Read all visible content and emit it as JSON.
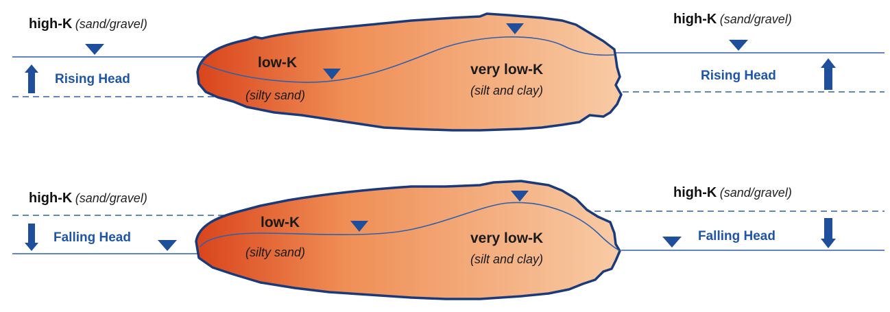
{
  "colors": {
    "line": "#2f5fa8",
    "marker": "#1f4e9a",
    "label": "#1f55a8",
    "lens_outline": "#1b3a7a",
    "lens_dark": "#d9441b",
    "lens_mid": "#ef8e55",
    "lens_light": "#f8cba5"
  },
  "panels": [
    {
      "left_k": "high-K",
      "left_material": "(sand/gravel)",
      "right_k": "high-K",
      "right_material": "(sand/gravel)",
      "left_head": "Rising Head",
      "right_head": "Rising Head",
      "head_direction": "up",
      "lens_left_k": "low-K",
      "lens_left_material": "(silty sand)",
      "lens_right_k": "very low-K",
      "lens_right_material": "(silt and clay)"
    },
    {
      "left_k": "high-K",
      "left_material": "(sand/gravel)",
      "right_k": "high-K",
      "right_material": "(sand/gravel)",
      "left_head": "Falling Head",
      "right_head": "Falling Head",
      "head_direction": "down",
      "lens_left_k": "low-K",
      "lens_left_material": "(silty sand)",
      "lens_right_k": "very low-K",
      "lens_right_material": "(silt and clay)"
    }
  ]
}
